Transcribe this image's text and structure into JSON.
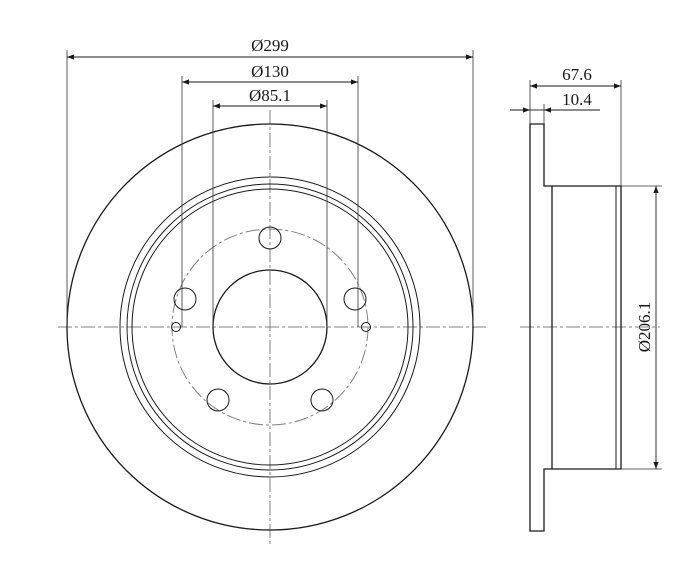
{
  "dimensions": {
    "outer_diameter": "Ø299",
    "bolt_circle": "Ø130",
    "center_bore": "Ø85.1",
    "overall_height": "67.6",
    "disc_thickness": "10.4",
    "hat_diameter": "Ø206.1"
  },
  "colors": {
    "line": "#1a1a1a",
    "center_line": "#808080",
    "background": "#ffffff"
  }
}
